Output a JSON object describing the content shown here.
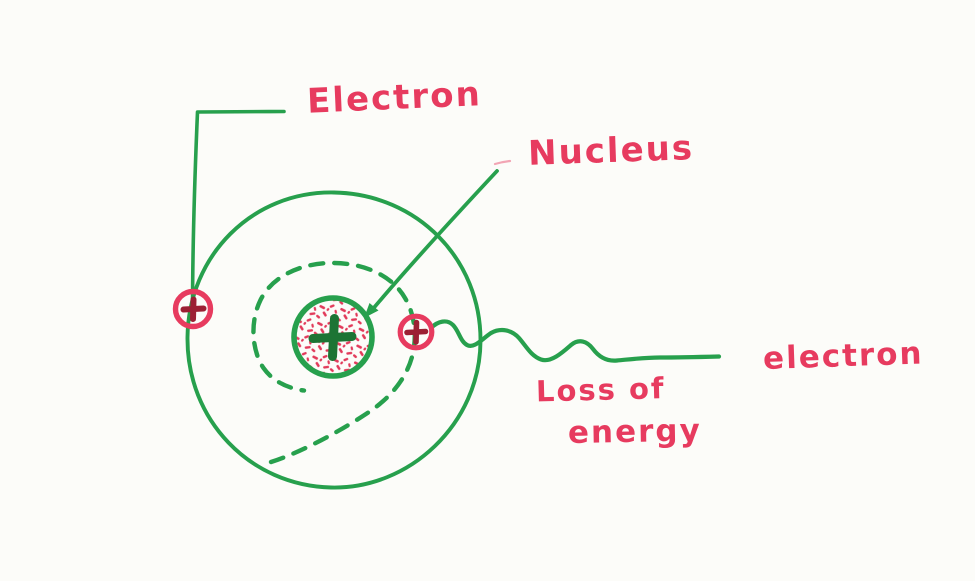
{
  "diagram": {
    "labels": {
      "electron_top": "Electron",
      "nucleus": "Nucleus",
      "loss_of_energy_line1": "Loss of",
      "loss_of_energy_line2": "energy",
      "electron_right": "electron"
    },
    "symbols": {
      "nucleus_charge": "+",
      "left_electron_charge": "+",
      "right_electron_charge": "+",
      "nucleus_pointer": "arrow",
      "energy_wave": "wavy-line"
    },
    "colors": {
      "ink_green": "#27a04d",
      "ink_green_dark": "#1d7434",
      "ink_pink": "#e73b5f",
      "ink_red_dark": "#9c2033",
      "nucleus_speckle": "#e23a5a",
      "paper": "#fcfcf9"
    }
  }
}
